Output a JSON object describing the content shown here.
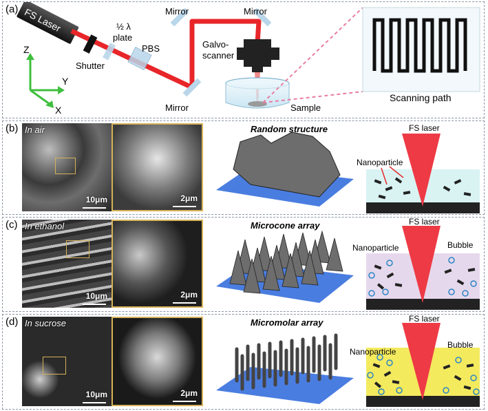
{
  "panel_a": {
    "label": "(a)",
    "laser": "FS Laser",
    "shutter": "Shutter",
    "halfwave": "½ λ",
    "plate": "plate",
    "pbs": "PBS",
    "mirror1": "Mirror",
    "mirror2": "Mirror",
    "mirror3": "Mirror",
    "galvo1": "Galvo-",
    "galvo2": "scanner",
    "sample": "Sample",
    "scanning_path": "Scanning path",
    "axis_z": "Z",
    "axis_y": "Y",
    "axis_x": "X"
  },
  "panel_b": {
    "label": "(b)",
    "medium": "In air",
    "scale_low": "10μm",
    "scale_high": "2μm",
    "structure": "Random structure",
    "laser": "FS laser",
    "nanoparticle": "Nanoparticle"
  },
  "panel_c": {
    "label": "(c)",
    "medium": "In ethanol",
    "scale_low": "10μm",
    "scale_high": "2μm",
    "structure": "Microcone array",
    "laser": "FS laser",
    "nanoparticle": "Nanoparticle",
    "bubble": "Bubble"
  },
  "panel_d": {
    "label": "(d)",
    "medium": "In sucrose",
    "scale_low": "10μm",
    "scale_high": "2μm",
    "structure": "Micromolar array",
    "laser": "FS laser",
    "nanoparticle": "Nanoparticle",
    "bubble": "Bubble"
  },
  "colors": {
    "beam": "#e8262a",
    "frame": "#d6b25a",
    "substrate": "#4a7de0",
    "air_bg": "#d9f3f3",
    "ethanol_bg": "#e6d8ec",
    "sucrose_bg": "#f4ea5e",
    "laser_cone": "#ee3a45"
  }
}
